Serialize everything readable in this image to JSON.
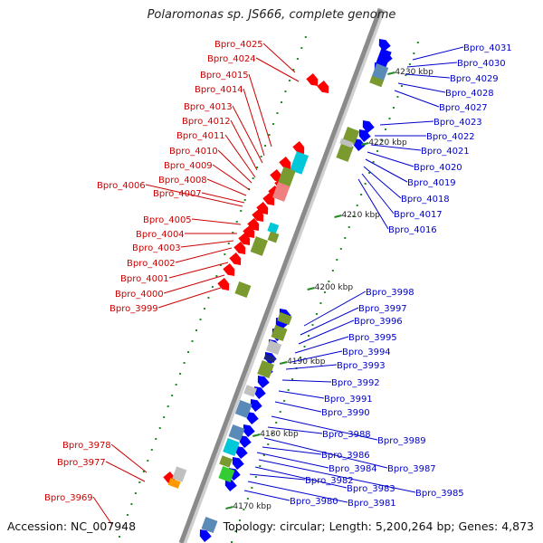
{
  "title": "Polaromonas sp. JS666, complete genome",
  "accession": "Accession: NC_007948",
  "summary": "Topology: circular; Length: 5,200,264 bp; Genes: 4,873",
  "colors": {
    "backbone": "#8a8a8a",
    "forward_gene": "#ff0000",
    "reverse_gene": "#0000ff",
    "forward_label": "#cc0000",
    "reverse_label": "#0000cc",
    "ticks": "#228b22",
    "olive": "#7a9a30",
    "cyan": "#00c8d8",
    "steel": "#5a8ab8",
    "lightgrey": "#c0c0c0",
    "navy": "#1a237e",
    "pink": "#f08080",
    "orange": "#ff9900",
    "green": "#33cc33"
  },
  "scale_ticks": [
    "4230 kbp",
    "4220 kbp",
    "4210 kbp",
    "4200 kbp",
    "4190 kbp",
    "4180 kbp",
    "4170 kbp"
  ],
  "forward_labels": [
    "Bpro_4025",
    "Bpro_4024",
    "Bpro_4015",
    "Bpro_4014",
    "Bpro_4013",
    "Bpro_4012",
    "Bpro_4011",
    "Bpro_4010",
    "Bpro_4009",
    "Bpro_4008",
    "Bpro_4006",
    "Bpro_4007",
    "Bpro_4005",
    "Bpro_4004",
    "Bpro_4003",
    "Bpro_4002",
    "Bpro_4001",
    "Bpro_4000",
    "Bpro_3999",
    "Bpro_3978",
    "Bpro_3977",
    "Bpro_3969"
  ],
  "reverse_labels": [
    "Bpro_4031",
    "Bpro_4030",
    "Bpro_4029",
    "Bpro_4028",
    "Bpro_4027",
    "Bpro_4023",
    "Bpro_4022",
    "Bpro_4021",
    "Bpro_4020",
    "Bpro_4019",
    "Bpro_4018",
    "Bpro_4017",
    "Bpro_4016",
    "Bpro_3998",
    "Bpro_3997",
    "Bpro_3996",
    "Bpro_3995",
    "Bpro_3994",
    "Bpro_3993",
    "Bpro_3992",
    "Bpro_3991",
    "Bpro_3990",
    "Bpro_3989",
    "Bpro_3988",
    "Bpro_3987",
    "Bpro_3986",
    "Bpro_3985",
    "Bpro_3984",
    "Bpro_3983",
    "Bpro_3982",
    "Bpro_3981",
    "Bpro_3980"
  ]
}
